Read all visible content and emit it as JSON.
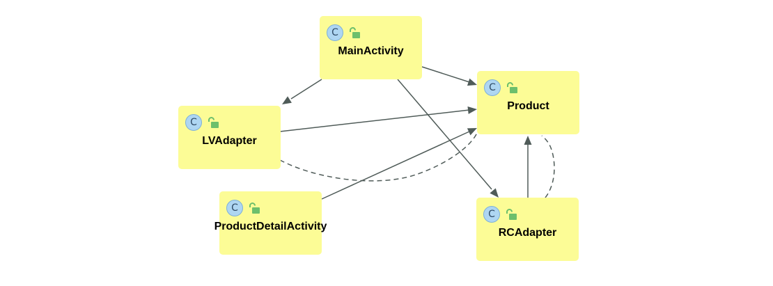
{
  "diagram": {
    "nodes": [
      {
        "id": "main",
        "name": "MainActivity",
        "kind": "class",
        "icon": "class-c-icon",
        "visibility_icon": "public-unlock-icon"
      },
      {
        "id": "prod",
        "name": "Product",
        "kind": "class",
        "icon": "class-c-icon",
        "visibility_icon": "public-unlock-icon"
      },
      {
        "id": "lv",
        "name": "LVAdapter",
        "kind": "class",
        "icon": "class-c-icon",
        "visibility_icon": "public-unlock-icon"
      },
      {
        "id": "pd",
        "name": "ProductDetailActivity",
        "kind": "class",
        "icon": "class-c-icon",
        "visibility_icon": "public-unlock-icon"
      },
      {
        "id": "rc",
        "name": "RCAdapter",
        "kind": "class",
        "icon": "class-c-icon",
        "visibility_icon": "public-unlock-icon"
      }
    ],
    "edges": [
      {
        "from": "main",
        "to": "prod",
        "style": "solid"
      },
      {
        "from": "main",
        "to": "lv",
        "style": "solid"
      },
      {
        "from": "main",
        "to": "rc",
        "style": "solid"
      },
      {
        "from": "lv",
        "to": "prod",
        "style": "solid"
      },
      {
        "from": "lv",
        "to": "prod",
        "style": "dashed"
      },
      {
        "from": "pd",
        "to": "prod",
        "style": "solid"
      },
      {
        "from": "rc",
        "to": "prod",
        "style": "solid"
      },
      {
        "from": "rc",
        "to": "prod",
        "style": "dashed"
      }
    ],
    "colors": {
      "node_fill": "#fcfc96",
      "edge": "#4f5b58",
      "class_icon_fill": "#aed6f2",
      "public_icon": "#6cbf6c"
    },
    "class_icon_glyph": "C"
  }
}
